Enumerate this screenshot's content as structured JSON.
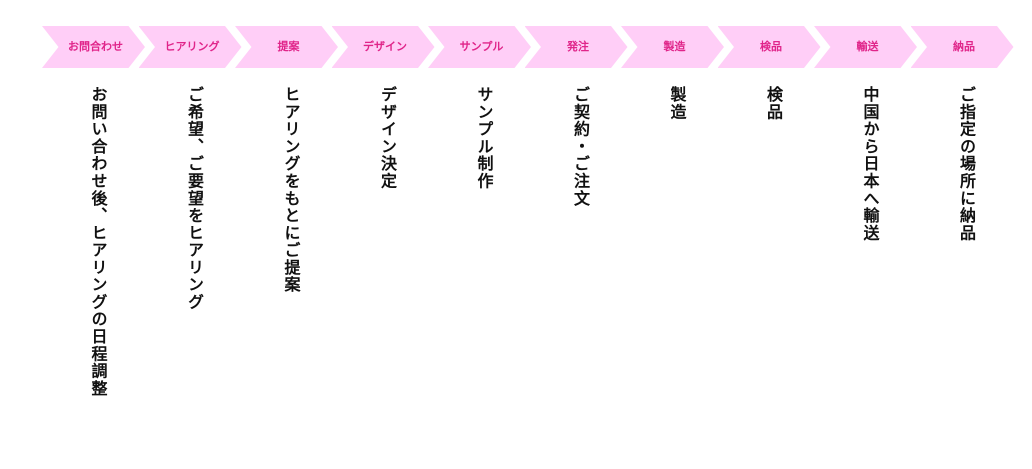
{
  "colors": {
    "chevron_fill": "#ffcef7",
    "chevron_text": "#e0258a",
    "description_text": "#111111"
  },
  "steps": [
    {
      "label": "お問合わせ",
      "description": "お問い合わせ後、ヒアリングの日程調整"
    },
    {
      "label": "ヒアリング",
      "description": "ご希望、ご要望をヒアリング"
    },
    {
      "label": "提案",
      "description": "ヒアリングをもとにご提案"
    },
    {
      "label": "デザイン",
      "description": "デザイン決定"
    },
    {
      "label": "サンプル",
      "description": "サンプル制作"
    },
    {
      "label": "発注",
      "description": "ご契約・ご注文"
    },
    {
      "label": "製造",
      "description": "製造"
    },
    {
      "label": "検品",
      "description": "検品"
    },
    {
      "label": "輸送",
      "description": "中国から日本へ輸送"
    },
    {
      "label": "納品",
      "description": "ご指定の場所に納品"
    }
  ]
}
